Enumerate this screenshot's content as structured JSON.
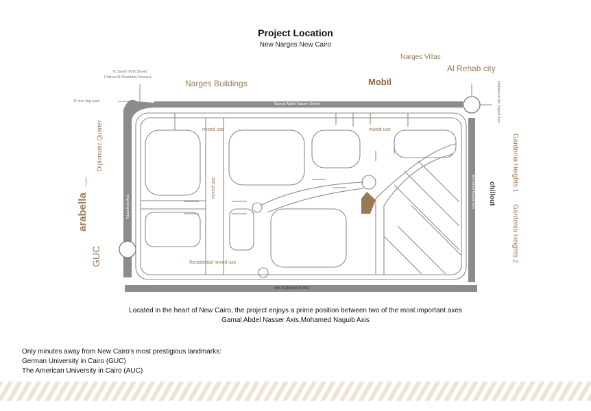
{
  "header": {
    "title": "Project Location",
    "subtitle": "New Narges  New Cairo"
  },
  "map": {
    "labels": {
      "narges_buildings": "Narges Buildings",
      "narges_villas": "Narges Villas",
      "al_rehab": "Al Rehab city",
      "mobil": "Mobil",
      "to_south_90": "To South 90th Street",
      "fatima_mosque": "Fatima Al-Sharbatly Mosque",
      "ring_road": "To the ring road",
      "gamal_street": "Gamal Abdel Nasser Street",
      "mohamed_bin_zayed": "Mohamed bin Zayed Axis",
      "mohamed_naguib": "Mohamed Naguib Axis",
      "ain_sokhna": "AIN SOKHNA ROAD",
      "tahrir_axis": "Talaat Harb Axis",
      "diplomatic": "Diplomatic Quarter",
      "arabella": "arabella",
      "plaza": "PLAZA",
      "guc": "GUC",
      "gardenia1": "Gardenia Heights 1",
      "gardenia2": "Gardenia Heights 2",
      "chillout": "chillout",
      "mixed_use_1": "mixed use",
      "mixed_use_2": "mixed use",
      "mixed_use_3": "mixed use",
      "residential_mixed": "Residential mixed use"
    },
    "colors": {
      "road": "#8c8c8c",
      "accent": "#9a7a55",
      "pattern": "#efe3d3"
    }
  },
  "description": {
    "line1": "Located in the heart of New Cairo, the project enjoys  a prime position between two of the most important axes",
    "line2": "Gamal Abdel Nasser Axis,Mohamed Naguib Axis"
  },
  "footer": {
    "intro": "Only minutes away from New Cairo's most prestigious landmarks:",
    "items": [
      "German University in Cairo (GUC)",
      "The American University in Cairo (AUC)"
    ]
  }
}
